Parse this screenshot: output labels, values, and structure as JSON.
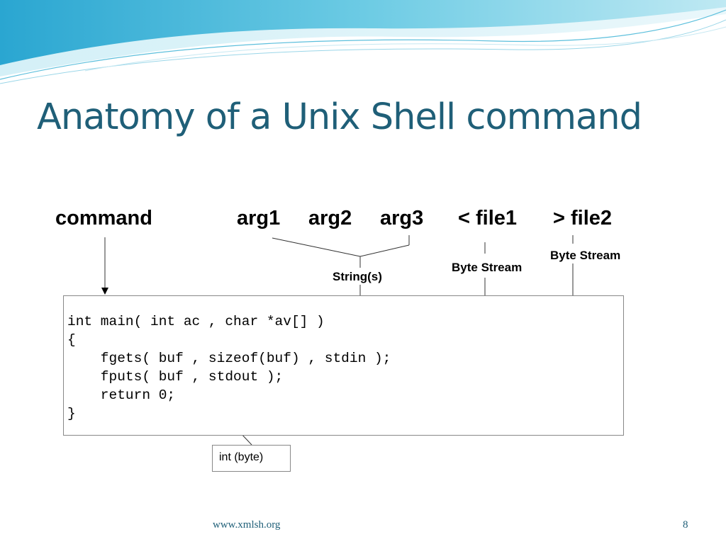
{
  "slide": {
    "title": "Anatomy of a Unix Shell command",
    "footer_url": "www.xmlsh.org",
    "page_number": "8"
  },
  "diagram": {
    "command_parts": {
      "command": "command",
      "arg1": "arg1",
      "arg2": "arg2",
      "arg3": "arg3",
      "input_redirect": "< file1",
      "output_redirect": "> file2"
    },
    "labels": {
      "strings": "String(s)",
      "byte_stream_in": "Byte Stream",
      "byte_stream_out": "Byte Stream",
      "return_type": "int (byte)"
    },
    "code_lines": [
      "int main( int ac , char *av[] )",
      "{",
      "    fgets( buf , sizeof(buf) , stdin );",
      "    fputs( buf , stdout );",
      "    return 0;",
      "}"
    ]
  },
  "colors": {
    "title": "#1f5f78",
    "wave_light": "#bfe6f2",
    "wave_dark": "#3bb4d8"
  }
}
